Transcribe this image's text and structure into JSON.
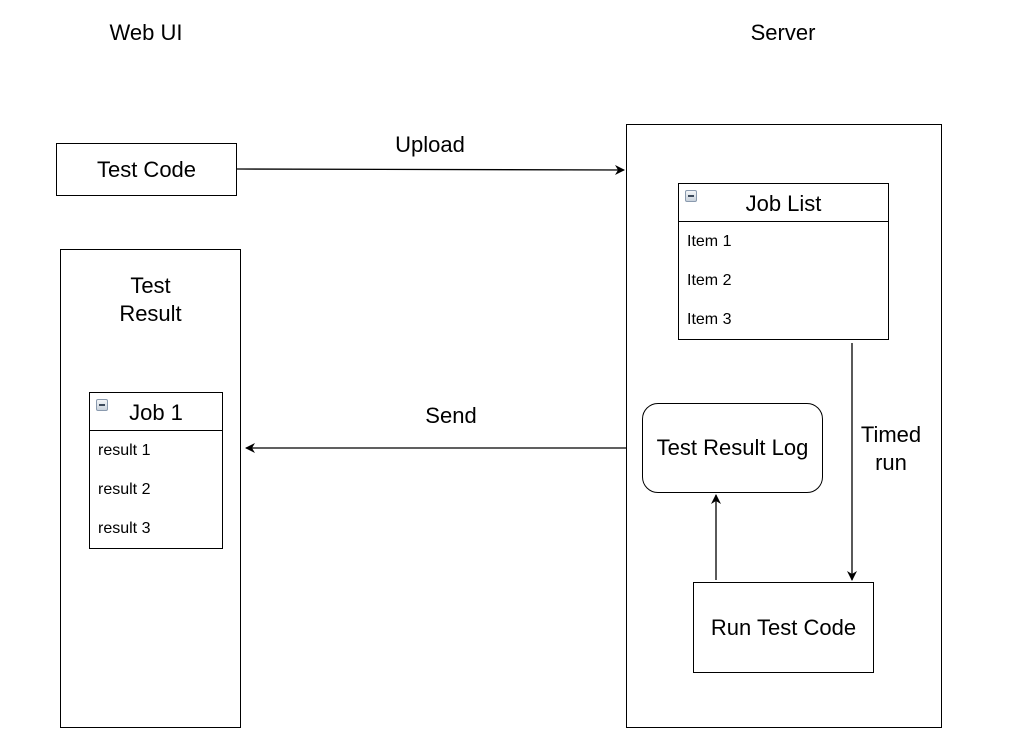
{
  "columns": {
    "web_ui": "Web UI",
    "server": "Server"
  },
  "test_code": {
    "label": "Test Code"
  },
  "test_result": {
    "line1": "Test",
    "line2": "Result"
  },
  "job_card": {
    "title": "Job 1",
    "items": [
      "result 1",
      "result 2",
      "result 3"
    ]
  },
  "job_list": {
    "title": "Job List",
    "items": [
      "Item 1",
      "Item 2",
      "Item 3"
    ]
  },
  "test_result_log": {
    "label": "Test Result Log"
  },
  "run_test_code": {
    "label": "Run Test Code"
  },
  "edges": {
    "upload": "Upload",
    "send": "Send",
    "timed_run_line1": "Timed",
    "timed_run_line2": "run"
  }
}
